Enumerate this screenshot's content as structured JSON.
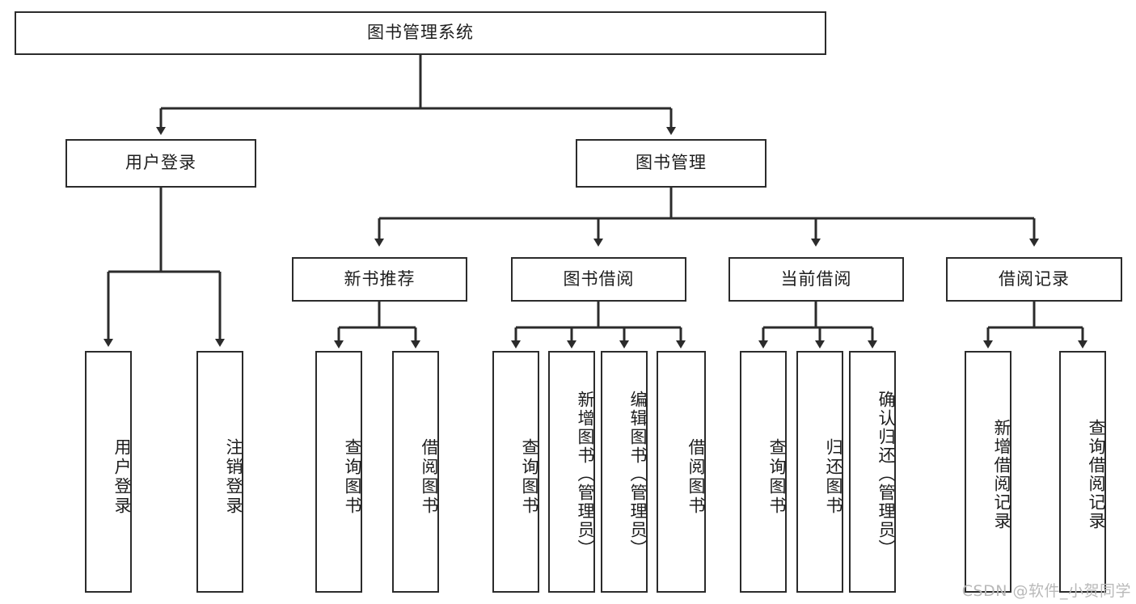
{
  "diagram": {
    "type": "tree",
    "title": "图书管理系统",
    "root": {
      "label": "图书管理系统"
    },
    "level2": [
      {
        "label": "用户登录"
      },
      {
        "label": "图书管理"
      }
    ],
    "level3": [
      {
        "label": "新书推荐"
      },
      {
        "label": "图书借阅"
      },
      {
        "label": "当前借阅"
      },
      {
        "label": "借阅记录"
      }
    ],
    "leaves": {
      "user_login": [
        {
          "label": "用户登录"
        },
        {
          "label": "注销登录"
        }
      ],
      "new_book": [
        {
          "label": "查询图书"
        },
        {
          "label": "借阅图书"
        }
      ],
      "borrow": [
        {
          "label": "查询图书"
        },
        {
          "label": "新增图书（管理员）"
        },
        {
          "label": "编辑图书（管理员）"
        },
        {
          "label": "借阅图书"
        }
      ],
      "current": [
        {
          "label": "查询图书"
        },
        {
          "label": "归还图书"
        },
        {
          "label": "确认归还（管理员）"
        }
      ],
      "records": [
        {
          "label": "新增借阅记录"
        },
        {
          "label": "查询借阅记录"
        }
      ]
    }
  },
  "watermark": {
    "text": "CSDN @软件_小贺同学"
  },
  "colors": {
    "stroke": "#2b2b2b",
    "fill": "#ffffff",
    "text": "#1d1d1d",
    "watermark": "#b9b9b9"
  }
}
